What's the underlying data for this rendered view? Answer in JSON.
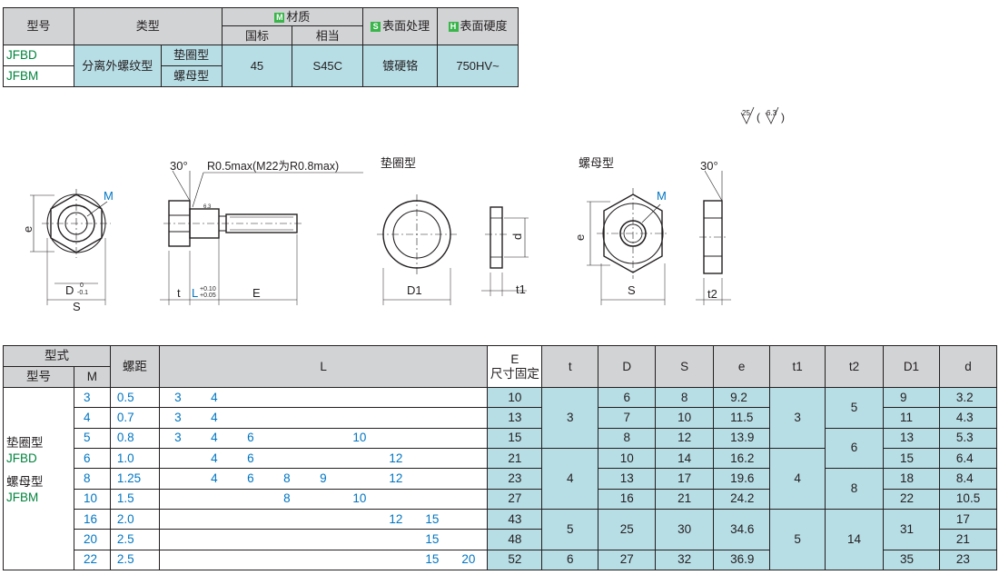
{
  "spec_table": {
    "h_model": "型号",
    "h_type": "类型",
    "h_material_badge": "M",
    "h_material": "材质",
    "h_national": "国标",
    "h_equivalent": "相当",
    "h_surface_badge": "S",
    "h_surface": "表面处理",
    "h_hardness_badge": "H",
    "h_hardness": "表面硬度",
    "models": [
      "JFBD",
      "JFBM"
    ],
    "type_main": "分离外螺纹型",
    "subtypes": [
      "垫圈型",
      "螺母型"
    ],
    "material_national": "45",
    "material_equivalent": "S45C",
    "surface": "镀硬铬",
    "hardness": "750HV~"
  },
  "roughness": {
    "value1": "25",
    "value2": "6.3"
  },
  "drawing": {
    "angle_left": "30°",
    "radius_note": "R0.5max(M22为R0.8max)",
    "washer_title": "垫圈型",
    "nut_title": "螺母型",
    "angle_right": "30°",
    "label_M": "M",
    "label_M2": "M",
    "label_e": "e",
    "label_e2": "e",
    "label_D": "D",
    "tol_D_upper": "0",
    "tol_D_lower": "-0.1",
    "label_S": "S",
    "label_S2": "S",
    "label_t": "t",
    "label_L": "L",
    "tol_L_upper": "+0.10",
    "tol_L_lower": "+0.05",
    "label_E": "E",
    "label_D1": "D1",
    "label_d": "d",
    "label_t1": "t1",
    "label_t2": "t2",
    "rough_small": "6.3"
  },
  "main_table": {
    "h_style": "型式",
    "h_model": "型号",
    "h_M": "M",
    "h_pitch": "螺距",
    "h_L": "L",
    "h_E": "E",
    "h_E_sub": "尺寸固定",
    "h_t": "t",
    "h_D": "D",
    "h_S": "S",
    "h_e": "e",
    "h_t1": "t1",
    "h_t2": "t2",
    "h_D1": "D1",
    "h_d": "d",
    "type_labels": [
      "垫圈型",
      "JFBD",
      "螺母型",
      "JFBM"
    ],
    "rows": [
      {
        "M": "3",
        "pitch": "0.5",
        "L": [
          "3",
          "4"
        ],
        "E": "10",
        "D": "6",
        "S": "8",
        "e": "9.2",
        "D1": "9",
        "d": "3.2"
      },
      {
        "M": "4",
        "pitch": "0.7",
        "L": [
          "3",
          "4"
        ],
        "E": "13",
        "D": "7",
        "S": "10",
        "e": "11.5",
        "D1": "11",
        "d": "4.3"
      },
      {
        "M": "5",
        "pitch": "0.8",
        "L": [
          "3",
          "4",
          "6",
          "10"
        ],
        "E": "15",
        "D": "8",
        "S": "12",
        "e": "13.9",
        "D1": "13",
        "d": "5.3"
      },
      {
        "M": "6",
        "pitch": "1.0",
        "L": [
          "4",
          "6",
          "12"
        ],
        "E": "21",
        "D": "10",
        "S": "14",
        "e": "16.2",
        "D1": "15",
        "d": "6.4"
      },
      {
        "M": "8",
        "pitch": "1.25",
        "L": [
          "4",
          "6",
          "8",
          "9",
          "12"
        ],
        "E": "23",
        "D": "13",
        "S": "17",
        "e": "19.6",
        "D1": "18",
        "d": "8.4"
      },
      {
        "M": "10",
        "pitch": "1.5",
        "L": [
          "8",
          "10"
        ],
        "E": "27",
        "D": "16",
        "S": "21",
        "e": "24.2",
        "D1": "22",
        "d": "10.5"
      },
      {
        "M": "16",
        "pitch": "2.0",
        "L": [
          "12",
          "15"
        ],
        "E": "43",
        "D": "25",
        "S": "30",
        "e": "34.6",
        "D1": "31",
        "d": "17"
      },
      {
        "M": "20",
        "pitch": "2.5",
        "L": [
          "15"
        ],
        "E": "48",
        "D": null,
        "S": null,
        "e": null,
        "D1": null,
        "d": "21"
      },
      {
        "M": "22",
        "pitch": "2.5",
        "L": [
          "15",
          "20"
        ],
        "E": "52",
        "D": "27",
        "S": "32",
        "e": "36.9",
        "D1": "35",
        "d": "23"
      }
    ],
    "t_groups": [
      "3",
      "4",
      "5",
      "6"
    ],
    "t1_groups": [
      "3",
      "4",
      "5"
    ],
    "t2_groups": [
      "5",
      "6",
      "8",
      "14"
    ]
  }
}
